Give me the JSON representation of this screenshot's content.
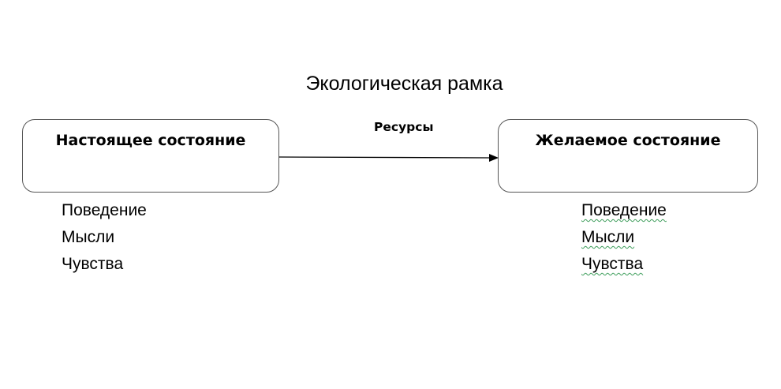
{
  "title": "Экологическая рамка",
  "left_box": {
    "label": "Настоящее состояние",
    "items": [
      "Поведение",
      "Мысли",
      "Чувства"
    ]
  },
  "right_box": {
    "label": "Желаемое состояние",
    "items": [
      "Поведение",
      "Мысли",
      "Чувства"
    ]
  },
  "arrow": {
    "label": "Ресурсы",
    "direction": "left-to-right"
  },
  "colors": {
    "box_border": "#555555",
    "arrow": "#000000",
    "spellcheck_underline": "#3c9d5a"
  },
  "icons": {
    "arrow_head": "arrowhead-right-icon"
  }
}
